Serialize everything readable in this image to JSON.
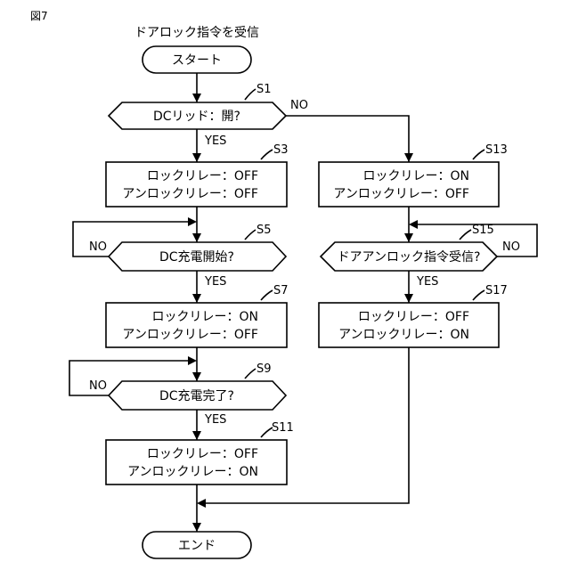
{
  "figure_label": "図7",
  "title": "ドアロック指令を受信",
  "start": "スタート",
  "end": "エンド",
  "steps": {
    "s1": {
      "id": "S1",
      "text": "DCリッド：開?"
    },
    "s3": {
      "id": "S3",
      "line1": "ロックリレー：OFF",
      "line2": "アンロックリレー：OFF"
    },
    "s5": {
      "id": "S5",
      "text": "DC充電開始?"
    },
    "s7": {
      "id": "S7",
      "line1": "ロックリレー：ON",
      "line2": "アンロックリレー：OFF"
    },
    "s9": {
      "id": "S9",
      "text": "DC充電完了?"
    },
    "s11": {
      "id": "S11",
      "line1": "ロックリレー：OFF",
      "line2": "アンロックリレー：ON"
    },
    "s13": {
      "id": "S13",
      "line1": "ロックリレー：ON",
      "line2": "アンロックリレー：OFF"
    },
    "s15": {
      "id": "S15",
      "text": "ドアアンロック指令受信?"
    },
    "s17": {
      "id": "S17",
      "line1": "ロックリレー：OFF",
      "line2": "アンロックリレー：ON"
    }
  },
  "labels": {
    "yes": "YES",
    "no": "NO"
  }
}
